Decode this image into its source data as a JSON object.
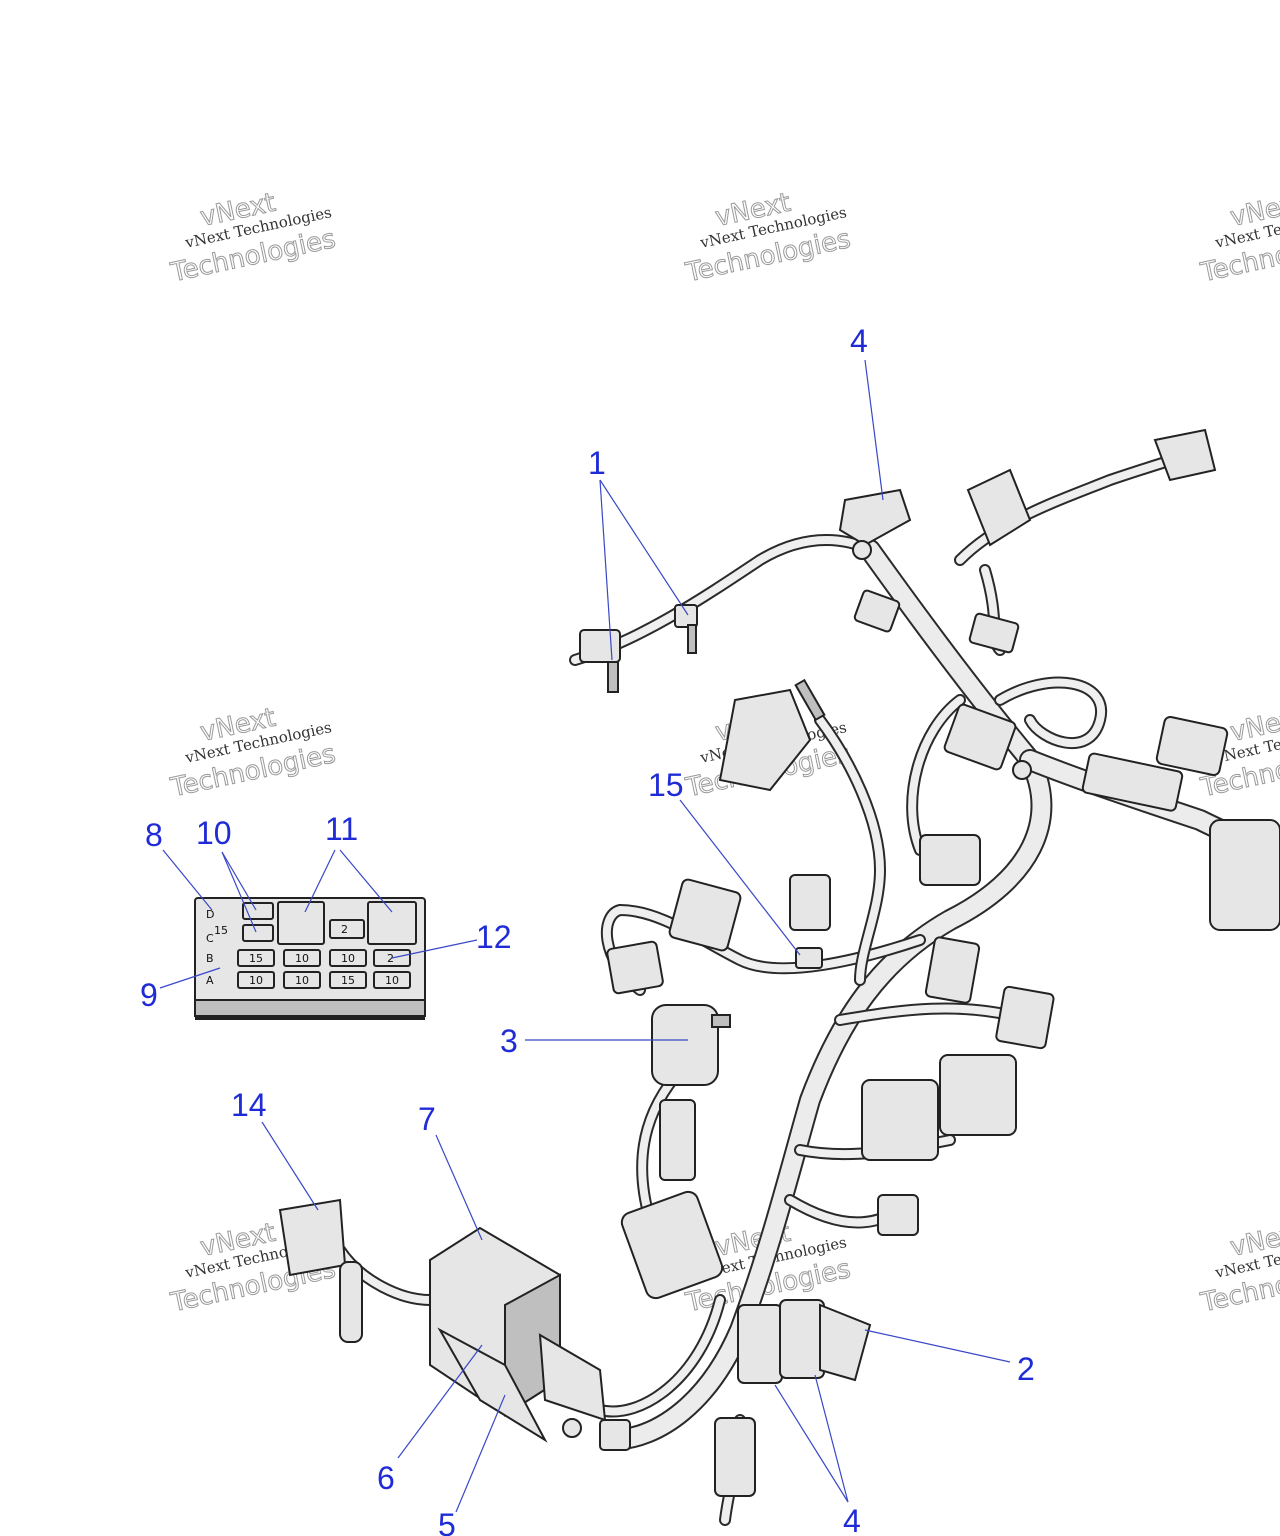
{
  "watermark": {
    "brand": "vNext",
    "line": "vNext Technologies",
    "word": "Technologies"
  },
  "callouts": [
    "1",
    "2",
    "3",
    "4",
    "4",
    "5",
    "6",
    "7",
    "8",
    "9",
    "10",
    "11",
    "12",
    "14",
    "15"
  ],
  "fuse_block": {
    "row_labels": [
      "D",
      "C",
      "B",
      "A"
    ],
    "fuse_values": [
      "15",
      "10",
      "10",
      "2",
      "15",
      "10",
      "15",
      "10",
      "10"
    ],
    "relay_label": "2"
  }
}
